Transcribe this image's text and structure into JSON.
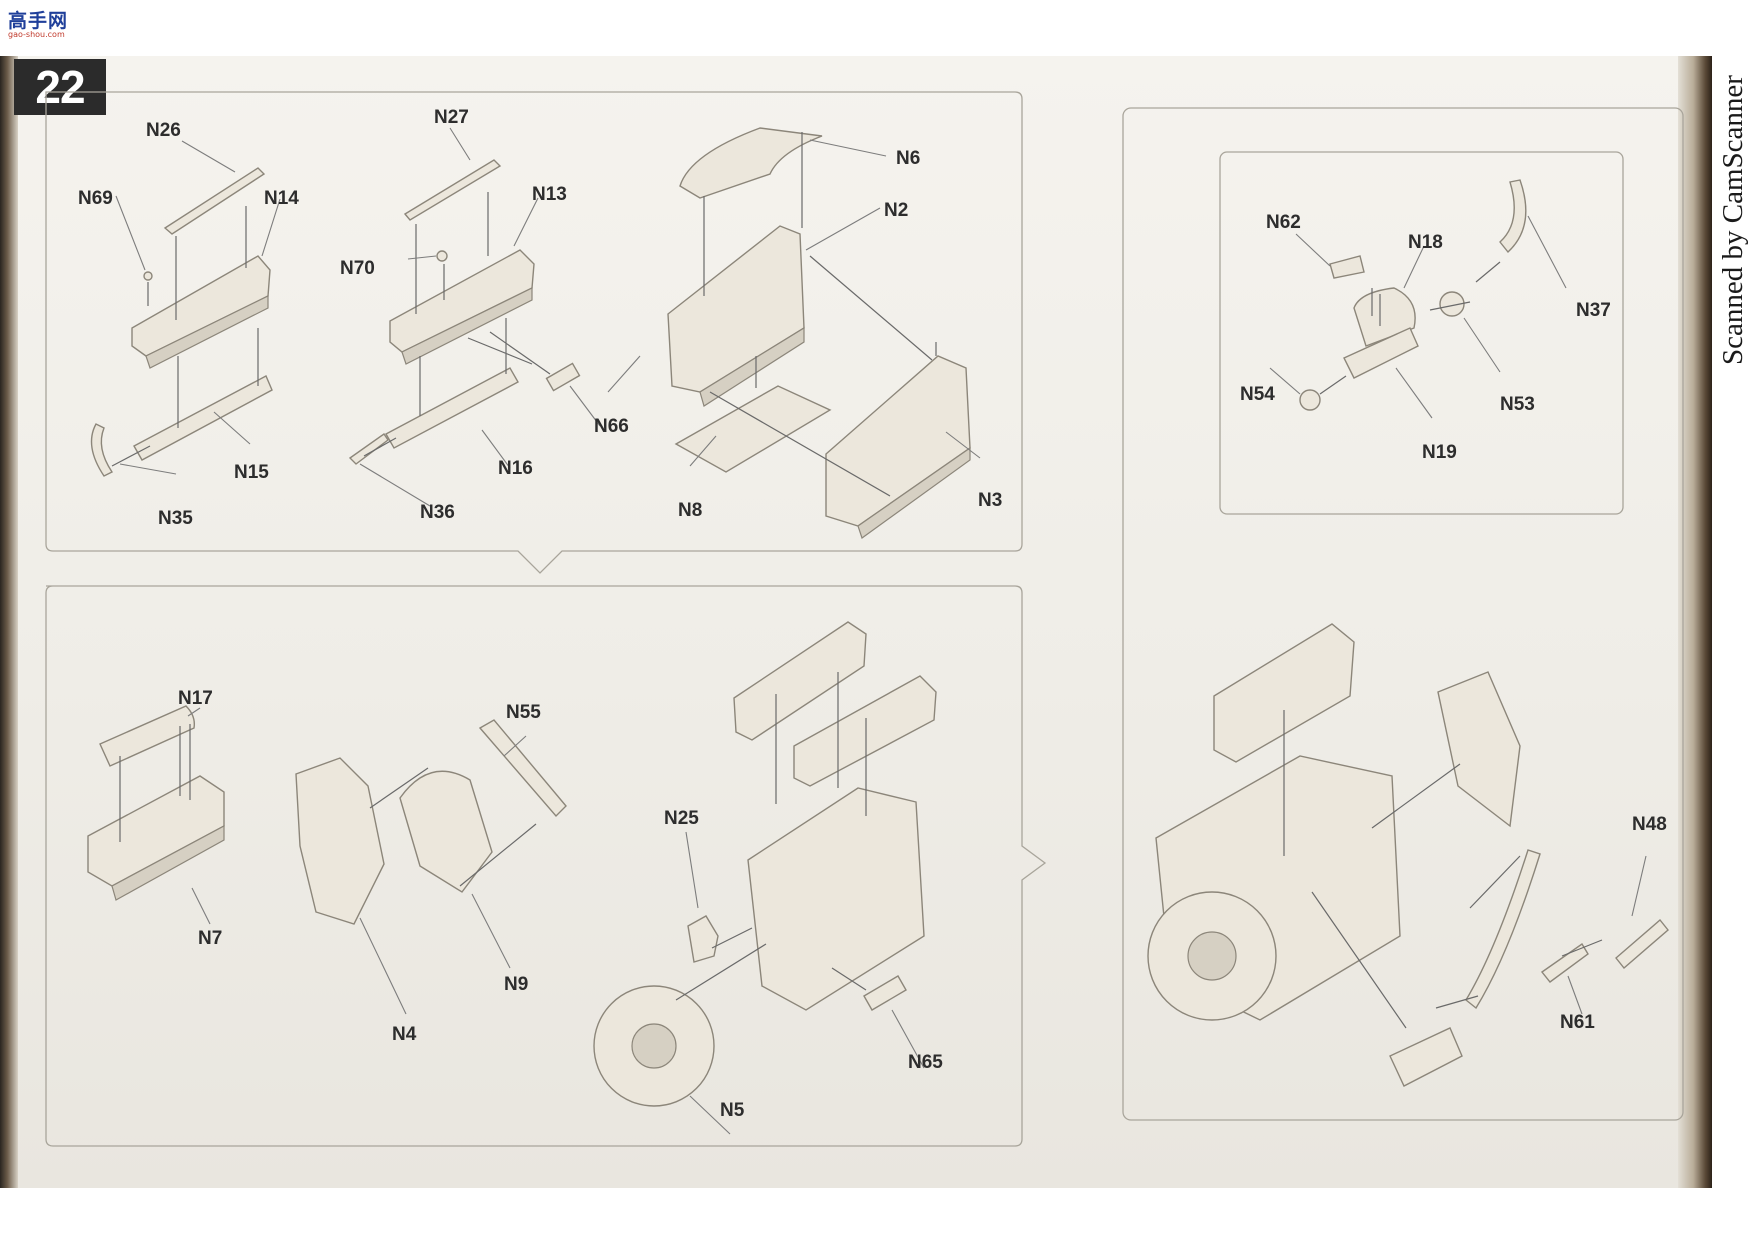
{
  "logo": {
    "text": "高手网",
    "sub": "gao-shou.com"
  },
  "step": "22",
  "watermark": "Scanned by CamScanner",
  "labels": [
    "N26",
    "N27",
    "N69",
    "N14",
    "N13",
    "N70",
    "N6",
    "N2",
    "N66",
    "N15",
    "N16",
    "N35",
    "N36",
    "N8",
    "N3",
    "N62",
    "N18",
    "N37",
    "N54",
    "N53",
    "N19",
    "N17",
    "N55",
    "N25",
    "N7",
    "N9",
    "N4",
    "N65",
    "N5",
    "N48",
    "N61"
  ],
  "colors": {
    "paper": "#f1efe9",
    "part": "#ece7dc",
    "outline": "#8c867a",
    "badge": "#2b2b2b"
  }
}
